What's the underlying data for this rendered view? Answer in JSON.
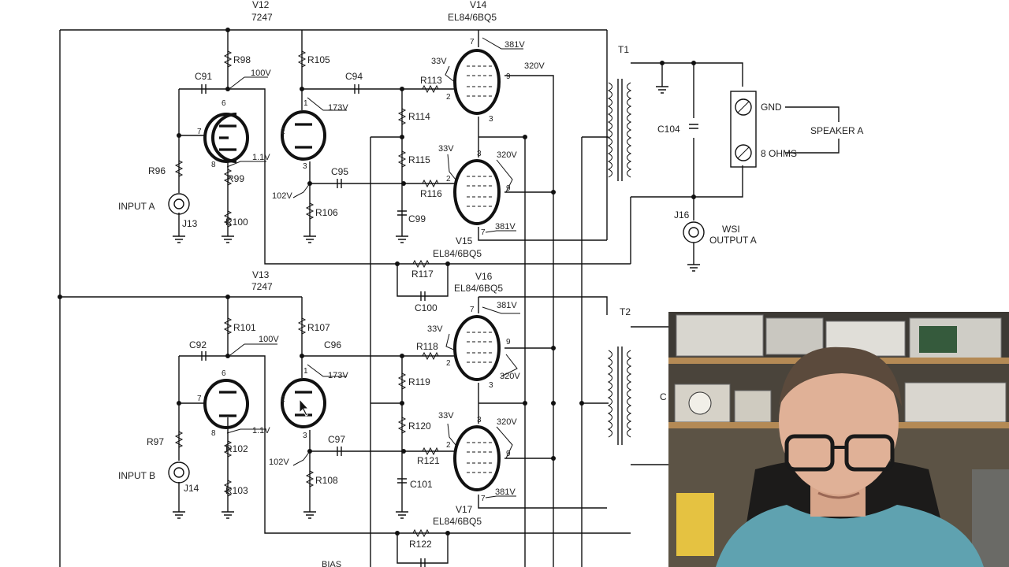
{
  "schematic": {
    "channel_a": {
      "tube_v12": {
        "label": "V12",
        "type": "7247"
      },
      "tube_v14": {
        "label": "V14",
        "type": "EL84/6BQ5"
      },
      "tube_v15": {
        "label": "V15",
        "type": "EL84/6BQ5"
      },
      "input_label": "INPUT A",
      "jack": "J13",
      "resistors": [
        "R98",
        "R105",
        "R96",
        "R99",
        "R100",
        "R106",
        "R113",
        "R114",
        "R115",
        "R116",
        "R117"
      ],
      "capacitors": [
        "C91",
        "C94",
        "C95",
        "C99",
        "C100"
      ],
      "voltages": [
        "100V",
        "173V",
        "1.1V",
        "102V",
        "33V",
        "381V",
        "320V",
        "33V",
        "320V",
        "381V"
      ],
      "pins": [
        "1",
        "2",
        "3",
        "6",
        "7",
        "8",
        "7",
        "2",
        "9",
        "3",
        "3",
        "2",
        "9",
        "7"
      ]
    },
    "channel_b": {
      "tube_v13": {
        "label": "V13",
        "type": "7247"
      },
      "tube_v16": {
        "label": "V16",
        "type": "EL84/6BQ5"
      },
      "tube_v17": {
        "label": "V17",
        "type": "EL84/6BQ5"
      },
      "input_label": "INPUT B",
      "jack": "J14",
      "resistors": [
        "R101",
        "R107",
        "R97",
        "R102",
        "R103",
        "R108",
        "R118",
        "R119",
        "R120",
        "R121",
        "R122"
      ],
      "capacitors": [
        "C92",
        "C96",
        "C97",
        "C101"
      ],
      "voltages": [
        "100V",
        "173V",
        "1.1V",
        "102V",
        "33V",
        "381V",
        "320V",
        "33V",
        "320V",
        "381V"
      ],
      "pins": [
        "1",
        "2",
        "3",
        "6",
        "7",
        "8",
        "7",
        "2",
        "9",
        "3",
        "3",
        "2",
        "9",
        "7"
      ]
    },
    "output": {
      "transformer_a": "T1",
      "transformer_b": "T2",
      "cap": "C104",
      "gnd": "GND",
      "ohms": "8 OHMS",
      "speaker": "SPEAKER A",
      "jack": "J16",
      "ws_label": "WSI",
      "output_label": "OUTPUT A",
      "partial_c": "C"
    },
    "bias": "BIAS"
  },
  "webcam": {
    "overlay": "presenter-webcam"
  }
}
